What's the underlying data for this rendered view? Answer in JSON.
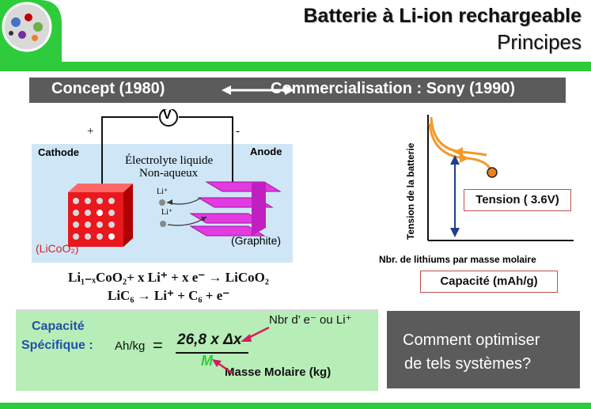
{
  "header": {
    "title": "Batterie à Li-ion rechargeable",
    "subtitle": "Principes"
  },
  "concept_bar": {
    "left": "Concept (1980)",
    "right": "Commercialisation : Sony (1990)"
  },
  "cell": {
    "voltmeter": "V",
    "plus": "+",
    "minus": "-",
    "cathode": "Cathode",
    "anode": "Anode",
    "electrolyte_line1": "Électrolyte liquide",
    "electrolyte_line2": "Non-aqueux",
    "li_ion_1": "Li⁺",
    "li_ion_2": "Li⁺",
    "cathode_material": "(LiCoO₂)",
    "anode_material": "(Graphite)"
  },
  "reactions": {
    "line1": "Li₁₋ₓCoO₂+ x Li⁺ + x e⁻ → LiCoO₂",
    "line2": "LiC₆ → Li⁺ + C₆ + e⁻"
  },
  "graph": {
    "ylabel": "Tension de la batterie",
    "xlabel": "Nbr. de lithiums par masse molaire",
    "tension_box": "Tension ( 3.6V)",
    "capacity_box": "Capacité (mAh/g)"
  },
  "capacity_formula": {
    "label_line1": "Capacité",
    "label_line2": "Spécifique :",
    "unit": "Ah/kg",
    "equals": "=",
    "numerator": "26,8 x Δx",
    "denominator": "M",
    "note_top": "Nbr d’ e⁻ ou  Li⁺",
    "note_bottom": "Masse Molaire (kg)"
  },
  "question": {
    "line1": "Comment optimiser",
    "line2": "de tels systèmes?"
  },
  "colors": {
    "green_accent": "#2ecc3c",
    "grey_bar": "#5b5b5b",
    "cathode_red": "#e8181e",
    "anode_magenta": "#e23be0",
    "curve_orange": "#f39a2a",
    "arrow_blue": "#1f3f8a",
    "formula_blue": "#2250a8",
    "annotation_pink": "#d81b60"
  }
}
